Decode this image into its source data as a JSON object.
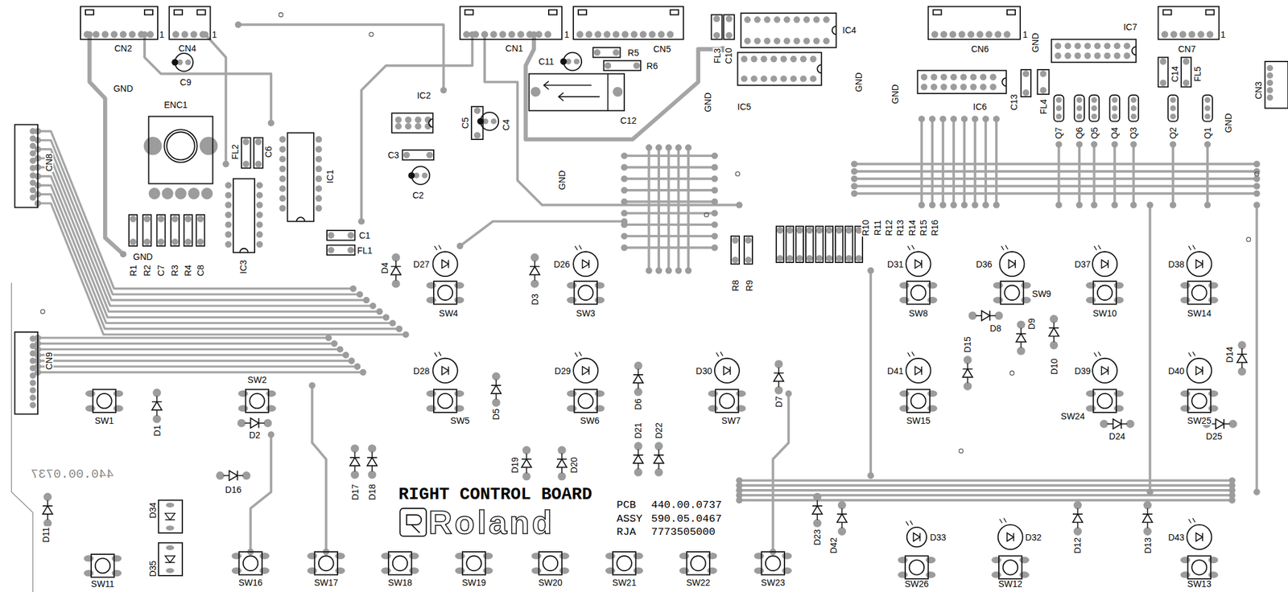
{
  "diagram": {
    "title": "RIGHT CONTROL BOARD",
    "labels": [
      "CN2",
      "1",
      "CN4",
      "1",
      "C9",
      "GND",
      "ENC1",
      "CN8",
      "FL2",
      "C6",
      "IC1",
      "IC3",
      "R1",
      "R2",
      "C7",
      "R3",
      "R4",
      "C8",
      "GND",
      "C1",
      "FL1",
      "C3",
      "C2",
      "IC2",
      "C5",
      "C4",
      "CN1",
      "1",
      "C11",
      "R5",
      "R6",
      "C12",
      "GND",
      "CN5",
      "FL3",
      "C10",
      "IC4",
      "IC5",
      "GND",
      "GND",
      "GND",
      "CN6",
      "1",
      "GND",
      "IC7",
      "CN7",
      "1",
      "IC6",
      "C13",
      "FL4",
      "C14",
      "FL5",
      "CN3",
      "Q7",
      "Q6",
      "Q5",
      "Q4",
      "Q3",
      "Q2",
      "Q1",
      "GND",
      "R10",
      "R11",
      "R12",
      "R13",
      "R14",
      "R15",
      "R16",
      "R8",
      "R9",
      "D4",
      "D27",
      "SW4",
      "D3",
      "D26",
      "SW3",
      "D31",
      "SW8",
      "D36",
      "SW9",
      "D37",
      "SW10",
      "D38",
      "SW14",
      "D8",
      "D9",
      "D10",
      "D14",
      "D15",
      "CN9",
      "SW1",
      "D1",
      "SW2",
      "D2",
      "D28",
      "SW5",
      "D5",
      "D29",
      "SW6",
      "D6",
      "D30",
      "SW7",
      "D7",
      "D41",
      "SW15",
      "D39",
      "SW24",
      "D40",
      "SW25",
      "D24",
      "D25",
      "D21",
      "D22",
      "D19",
      "D20",
      "D16",
      "D17",
      "D18",
      "440.00.0737",
      "D11",
      "D34",
      "D35",
      "Roland",
      "PCB",
      "440.00.0737",
      "ASSY",
      "590.05.0467",
      "RJA",
      "7773505000",
      "SW11",
      "SW16",
      "SW17",
      "SW18",
      "SW19",
      "SW20",
      "SW21",
      "SW22",
      "SW23",
      "D23",
      "D42",
      "D33",
      "D32",
      "D12",
      "D13",
      "D43",
      "SW26",
      "SW12",
      "SW13"
    ]
  }
}
